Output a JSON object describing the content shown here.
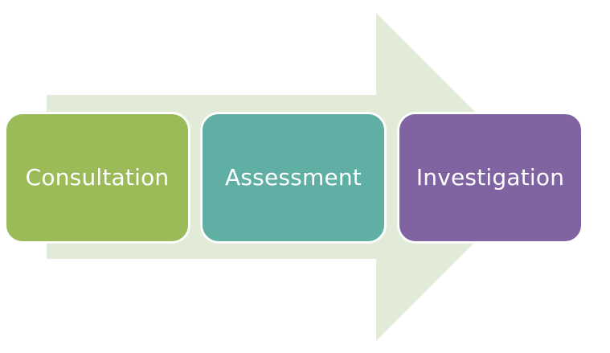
{
  "diagram": {
    "arrow": {
      "color": "#E2EAD8"
    },
    "steps": [
      {
        "label": "Consultation",
        "color": "#9BBB59"
      },
      {
        "label": "Assessment",
        "color": "#5FAFA5"
      },
      {
        "label": "Investigation",
        "color": "#8064A2"
      }
    ]
  }
}
